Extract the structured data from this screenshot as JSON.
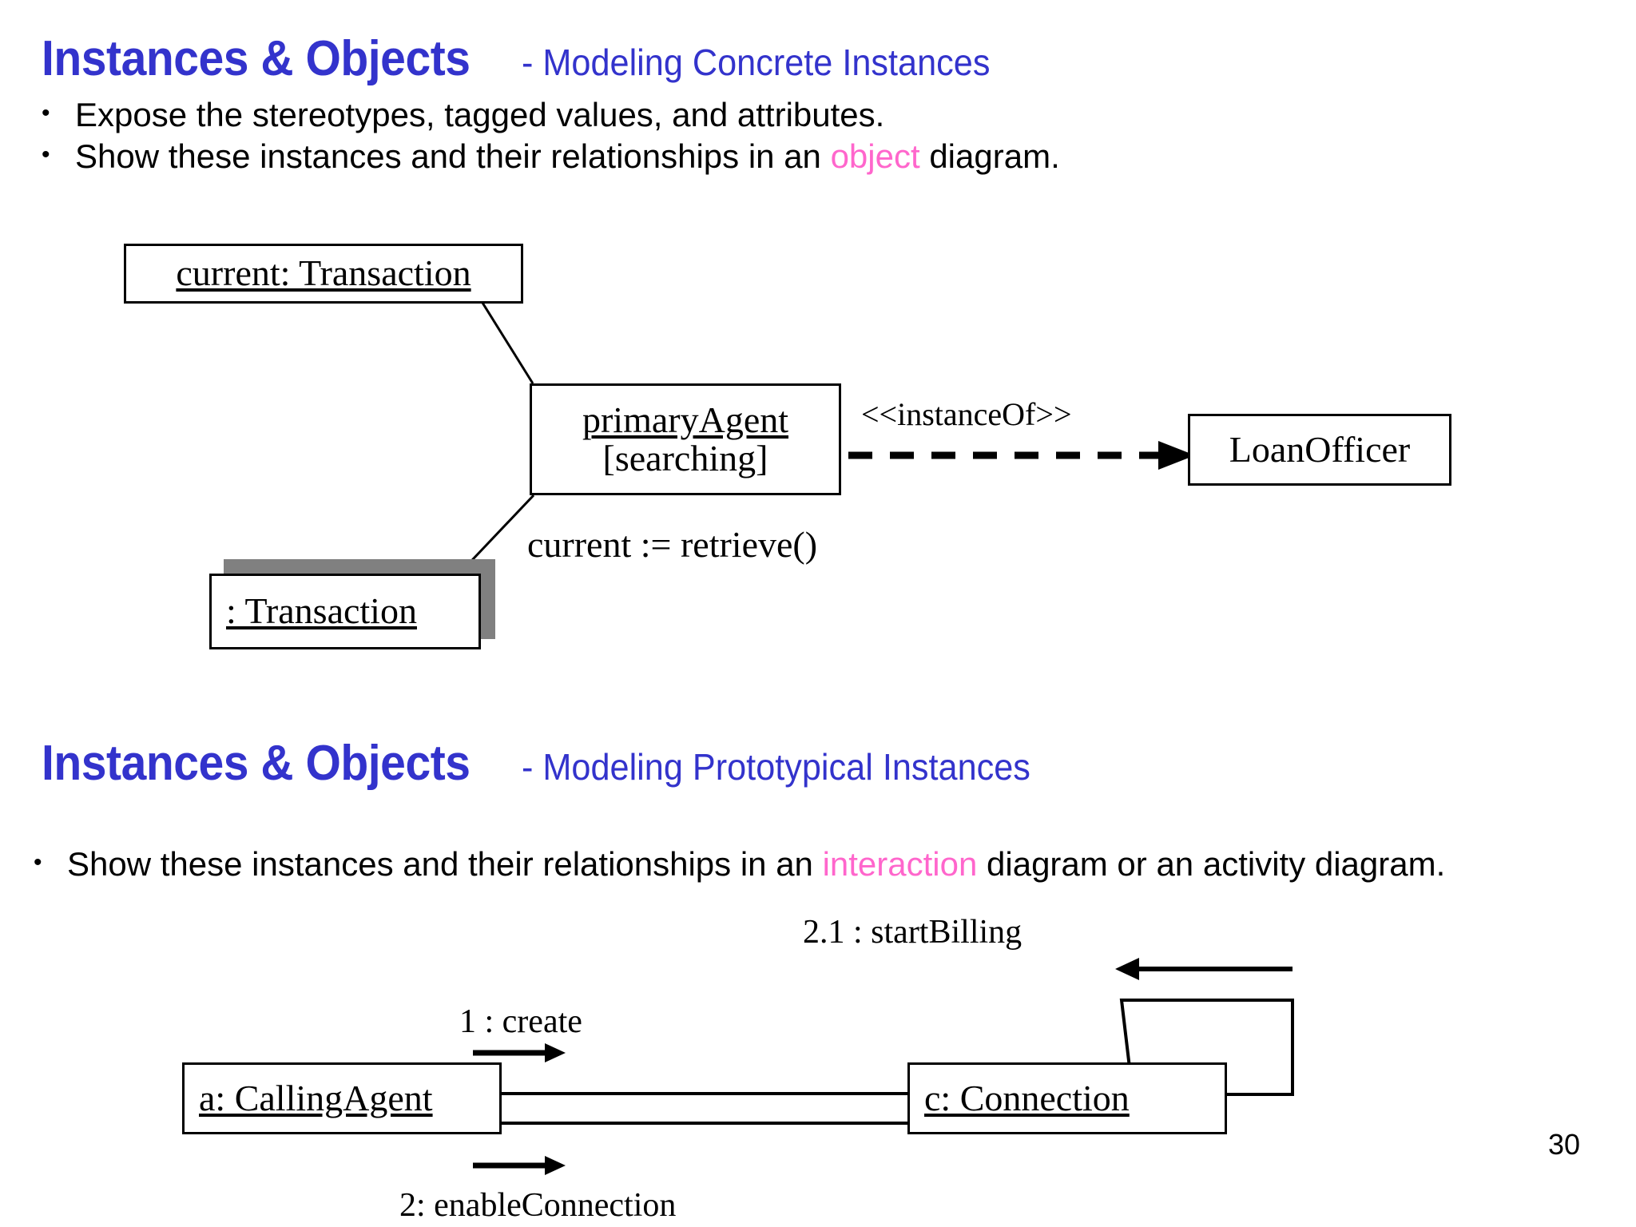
{
  "slide": {
    "page_number": "30"
  },
  "section1": {
    "title_main": "Instances & Objects",
    "title_sub": "- Modeling Concrete Instances",
    "bullets": [
      {
        "marker": "•",
        "pre": "Expose the stereotypes, tagged values, and attributes.",
        "highlight": "",
        "post": ""
      },
      {
        "marker": "•",
        "pre": "Show these instances and their relationships in an ",
        "highlight": "object",
        "post": " diagram."
      }
    ],
    "diagram": {
      "boxes": [
        {
          "name": "current-transaction",
          "line1": "current: Transaction",
          "line2": ""
        },
        {
          "name": "primary-agent",
          "line1": "primaryAgent",
          "line2": "[searching]"
        },
        {
          "name": "loan-officer",
          "line1": "LoanOfficer",
          "line2": ""
        },
        {
          "name": "anon-transaction",
          "line1": ": Transaction",
          "line2": ""
        }
      ],
      "labels": {
        "stereotype": "<<instanceOf>>",
        "assignment": "current := retrieve()"
      }
    }
  },
  "section2": {
    "title_main": "Instances & Objects",
    "title_sub": "- Modeling Prototypical Instances",
    "bullets": [
      {
        "marker": "•",
        "pre": "Show these instances and their relationships in an ",
        "highlight": "interaction",
        "post": " diagram or an activity diagram."
      }
    ],
    "diagram": {
      "boxes": [
        {
          "name": "calling-agent",
          "line1": "a: CallingAgent"
        },
        {
          "name": "connection",
          "line1": "c: Connection"
        }
      ],
      "messages": [
        {
          "name": "message-1",
          "text": "1 : create"
        },
        {
          "name": "message-2",
          "text": "2: enableConnection"
        },
        {
          "name": "message-2-1",
          "text": "2.1 : startBilling"
        }
      ]
    }
  },
  "colors": {
    "title_blue": "#3333cc",
    "highlight_pink": "#ff66cc",
    "shadow_gray": "#808080",
    "stroke_black": "#000000"
  }
}
